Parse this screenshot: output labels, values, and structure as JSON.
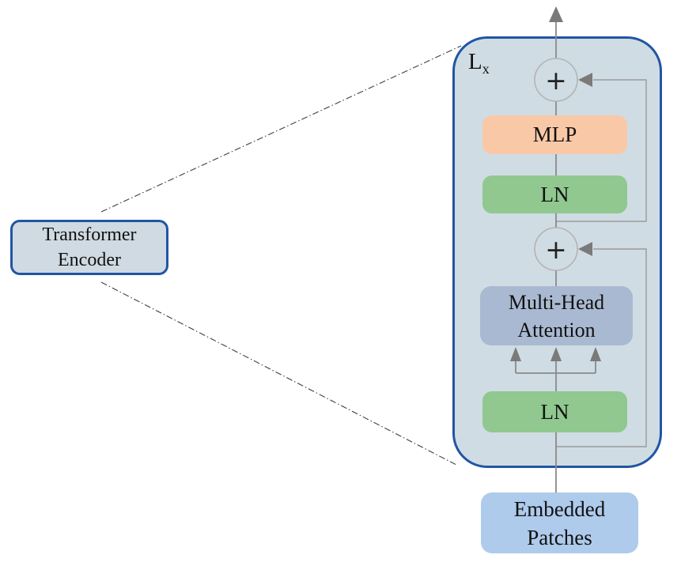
{
  "diagram": {
    "kind": "transformer-encoder-architecture",
    "title_box": {
      "lines": [
        "Transformer",
        "Encoder"
      ]
    },
    "encoder_panel": {
      "loop_label": {
        "base": "L",
        "subscript": "x"
      },
      "add_symbol": "+",
      "blocks": {
        "mlp": "MLP",
        "ln_top": "LN",
        "mha_lines": [
          "Multi-Head",
          "Attention"
        ],
        "ln_bottom": "LN"
      }
    },
    "input_box": {
      "lines": [
        "Embedded",
        "Patches"
      ]
    },
    "colors": {
      "panel_fill": "#D0DCE3",
      "panel_border": "#2155A4",
      "mlp_fill": "#F9C9A7",
      "ln_fill": "#90C890",
      "mha_fill": "#AAB9D2",
      "input_fill": "#AECBEC",
      "title_box_fill": "#CFDAE2",
      "flow_line": "#8A8A8A",
      "arrowhead": "#7A7A7A",
      "residual_line": "#9A9A9A",
      "add_circle_stroke": "#B3B3B3",
      "zoom_guide_line": "#3F3F3F",
      "text": "#111111"
    }
  }
}
